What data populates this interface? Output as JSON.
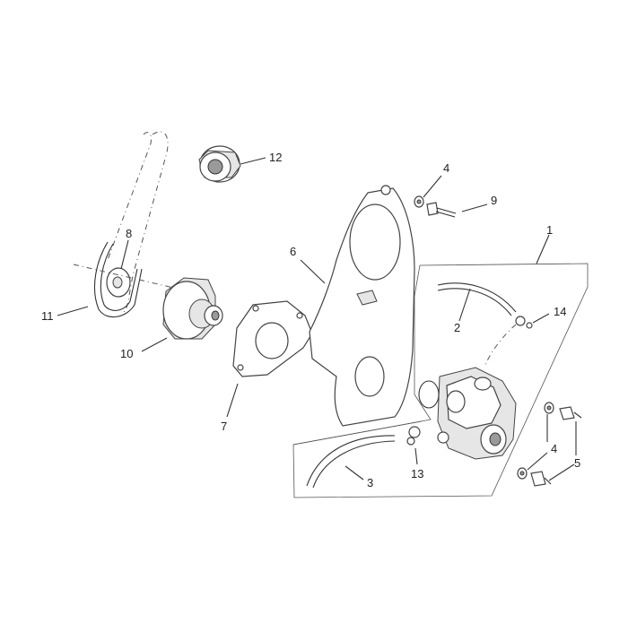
{
  "callouts": [
    {
      "id": "c1",
      "label": "1"
    },
    {
      "id": "c2",
      "label": "2"
    },
    {
      "id": "c3",
      "label": "3"
    },
    {
      "id": "c4a",
      "label": "4"
    },
    {
      "id": "c4b",
      "label": "4"
    },
    {
      "id": "c5",
      "label": "5"
    },
    {
      "id": "c6",
      "label": "6"
    },
    {
      "id": "c7",
      "label": "7"
    },
    {
      "id": "c8",
      "label": "8"
    },
    {
      "id": "c9",
      "label": "9"
    },
    {
      "id": "c10",
      "label": "10"
    },
    {
      "id": "c11",
      "label": "11"
    },
    {
      "id": "c12",
      "label": "12"
    },
    {
      "id": "c13",
      "label": "13"
    },
    {
      "id": "c14",
      "label": "14"
    }
  ]
}
